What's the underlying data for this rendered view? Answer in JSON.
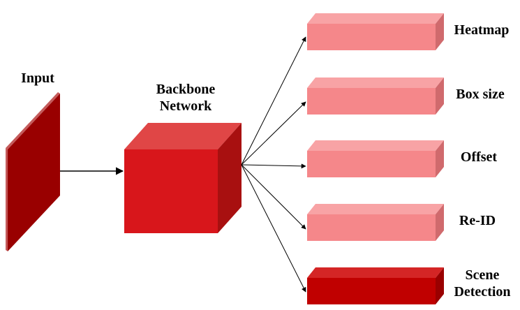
{
  "input": {
    "label": "Input"
  },
  "backbone": {
    "label_line1": "Backbone",
    "label_line2": "Network"
  },
  "heads": [
    {
      "label": "Heatmap"
    },
    {
      "label": "Box size"
    },
    {
      "label": "Offset"
    },
    {
      "label": "Re-ID"
    },
    {
      "label_line1": "Scene",
      "label_line2": "Detection"
    }
  ],
  "colors": {
    "input_face": "#990000",
    "input_edge": "#c45a5a",
    "cube_front": "#d8161b",
    "cube_top": "#e04646",
    "cube_side": "#a81010",
    "head_front": "#f5878a",
    "head_top": "#f8a3a5",
    "head_side": "#d06a6d",
    "scene_front": "#c00000",
    "scene_top": "#d42525",
    "scene_side": "#9a0000",
    "arrow": "#000000"
  }
}
